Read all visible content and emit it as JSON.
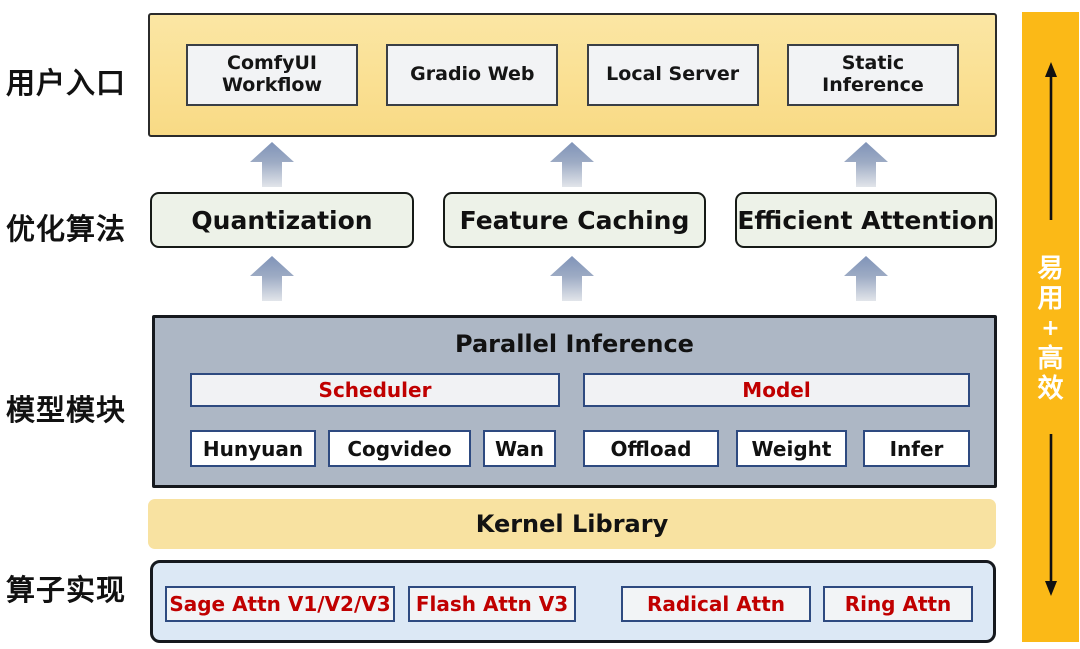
{
  "row_labels": [
    {
      "label": "用户入口"
    },
    {
      "label": "优化算法"
    },
    {
      "label": "模型模块"
    },
    {
      "label": "算子实现"
    }
  ],
  "user_entry": {
    "items": [
      {
        "label": "ComfyUI Workflow"
      },
      {
        "label": "Gradio Web"
      },
      {
        "label": "Local Server"
      },
      {
        "label": "Static Inference"
      }
    ]
  },
  "optimization": {
    "items": [
      {
        "label": "Quantization"
      },
      {
        "label": "Feature Caching"
      },
      {
        "label": "Efficient Attention"
      }
    ]
  },
  "parallel_inference": {
    "title": "Parallel Inference",
    "groups": [
      {
        "header": "Scheduler",
        "children": [
          {
            "label": "Hunyuan"
          },
          {
            "label": "Cogvideo"
          },
          {
            "label": "Wan"
          }
        ]
      },
      {
        "header": "Model",
        "children": [
          {
            "label": "Offload"
          },
          {
            "label": "Weight"
          },
          {
            "label": "Infer"
          }
        ]
      }
    ]
  },
  "kernel_library": {
    "title": "Kernel Library"
  },
  "operators": {
    "items": [
      {
        "label": "Sage Attn V1/V2/V3"
      },
      {
        "label": "Flash Attn V3"
      },
      {
        "label": "Radical Attn"
      },
      {
        "label": "Ring Attn"
      }
    ]
  },
  "side_bar": {
    "text": "易用 + 高效",
    "chars": [
      "易",
      "用",
      "+",
      "高",
      "效"
    ]
  },
  "colors": {
    "band_yellow": "#fae093",
    "kernel_yellow": "#f8e2a1",
    "panel_gray": "#adb7c5",
    "ops_blue": "#dce8f5",
    "green": "#edf2e8",
    "accent_orange": "#fbb917",
    "red_text": "#c00000",
    "chip_border_blue": "#2e4a80",
    "arrow_blue": "#8396ba"
  }
}
